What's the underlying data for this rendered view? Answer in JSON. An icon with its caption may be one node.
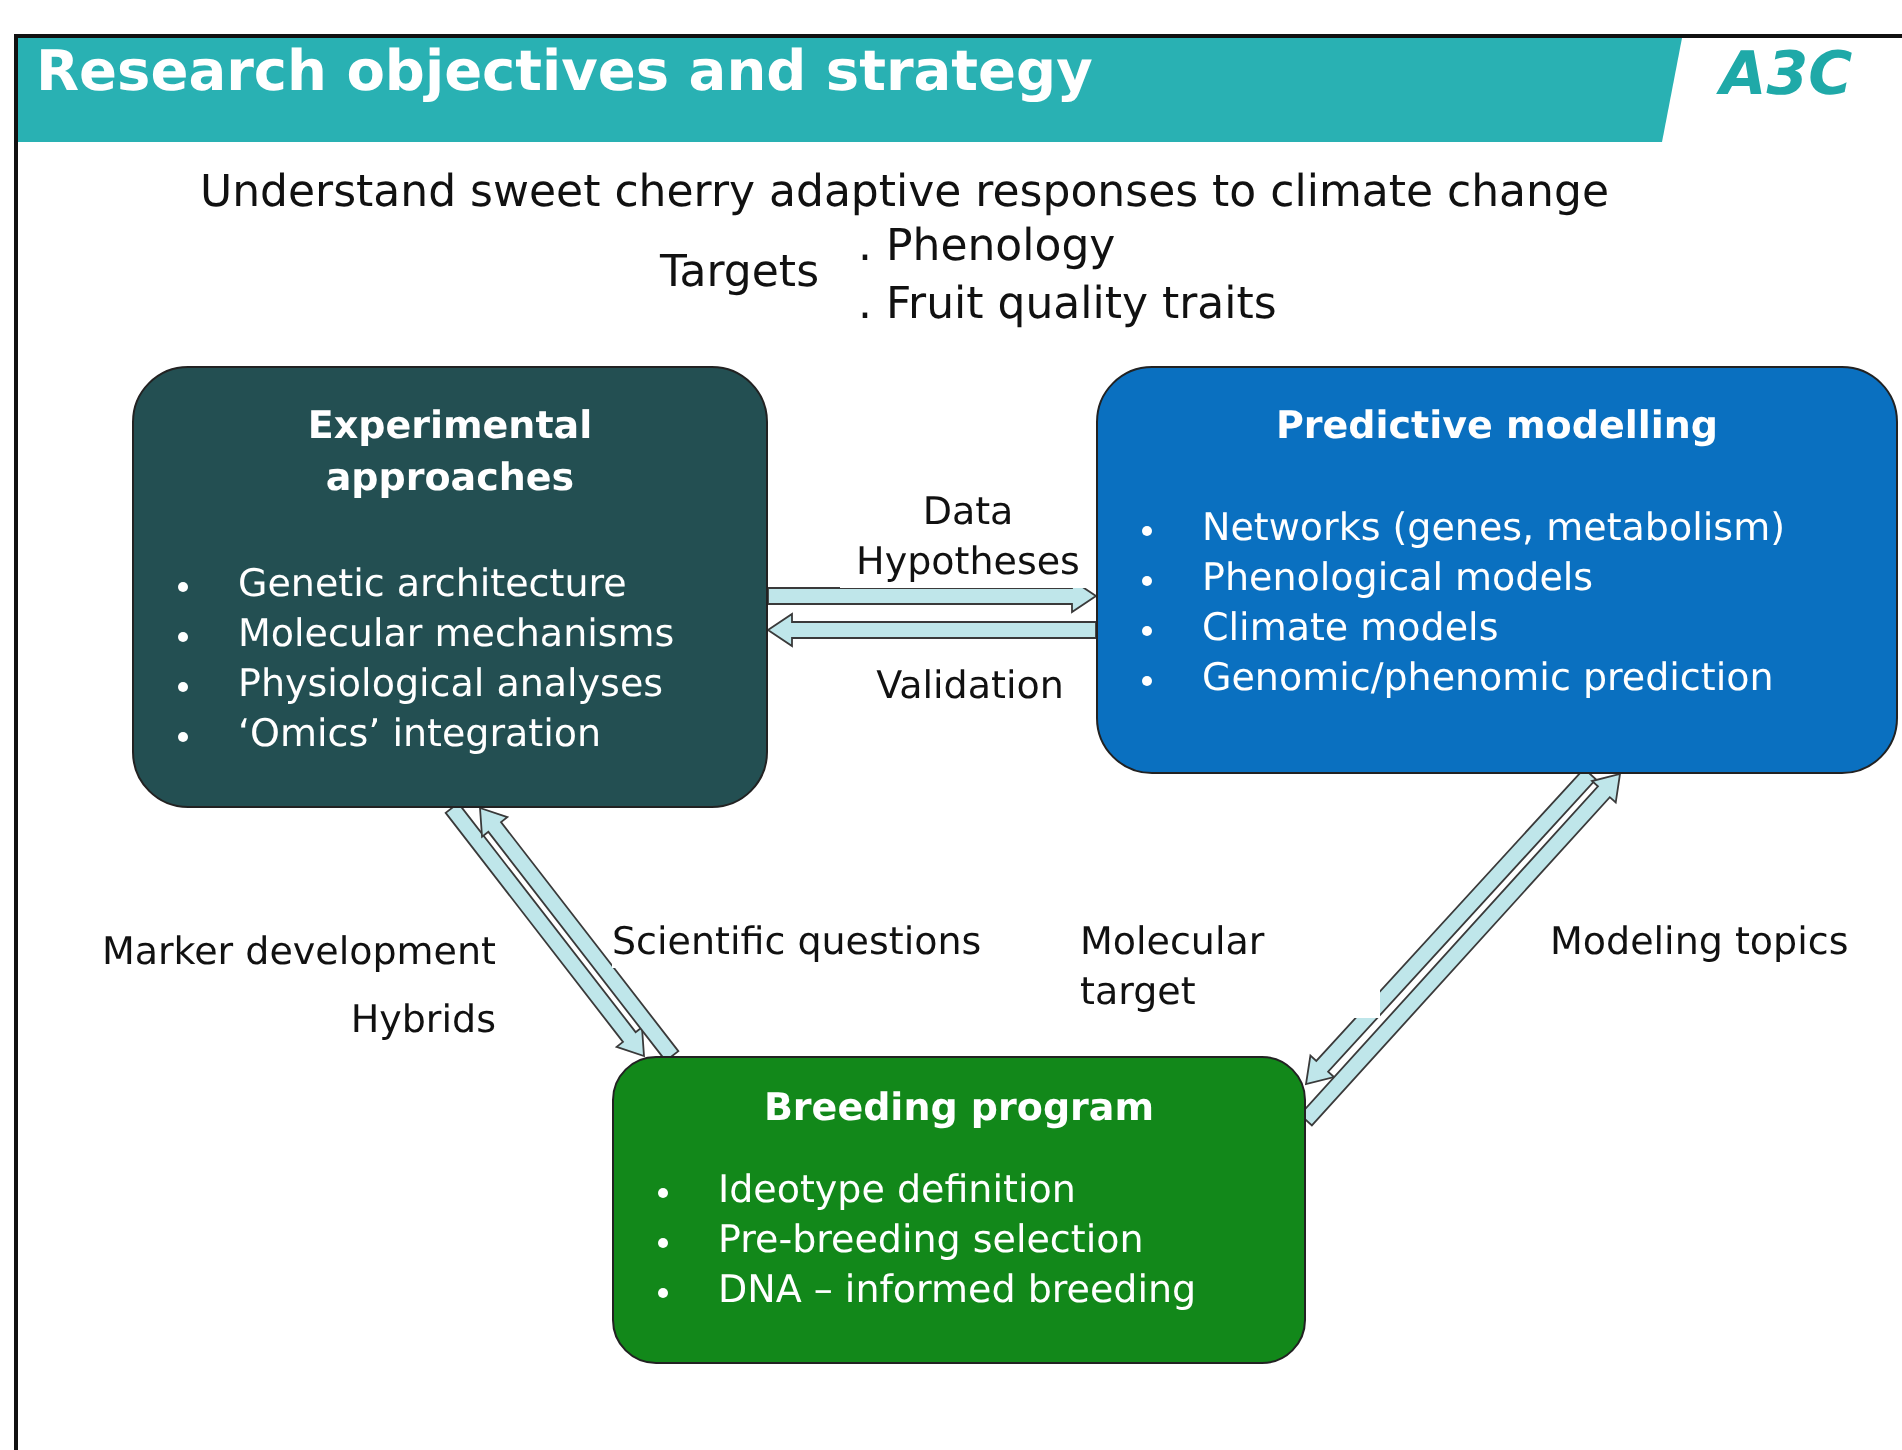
{
  "diagram": {
    "title": "Research objectives and strategy",
    "nodes": [
      {
        "text": [
          "Experimental approaches",
          "Genetic architecture",
          "Molecular mechanisms",
          "Physiological analyses",
          "‘Omics’ integration"
        ]
      },
      {
        "text": [
          "Predictive modelling",
          "Networks (genes, metabolism)",
          "Phenological models",
          "Climate models",
          "Genomic/phenomic prediction"
        ]
      },
      {
        "text": [
          "Breeding program",
          "Ideotype definition",
          "Pre-breeding selection",
          "DNA – informed breeding"
        ]
      }
    ],
    "edges": [
      {
        "from": 0,
        "to": 1,
        "arrow": "to",
        "label": "Data Hypotheses"
      },
      {
        "from": 1,
        "to": 0,
        "arrow": "to",
        "label": "Validation"
      },
      {
        "from": 0,
        "to": 2,
        "arrow": "to",
        "label": "Marker development Hybrids"
      },
      {
        "from": 2,
        "to": 0,
        "arrow": "to",
        "label": "Scientific questions"
      },
      {
        "from": 1,
        "to": 2,
        "arrow": "to",
        "label": "Molecular target"
      },
      {
        "from": 2,
        "to": 1,
        "arrow": "to",
        "label": "Modeling topics"
      }
    ],
    "labels": [
      "A3C",
      "Understand sweet cherry adaptive responses to climate change",
      "Targets",
      ". Phenology",
      ". Fruit quality traits"
    ]
  }
}
